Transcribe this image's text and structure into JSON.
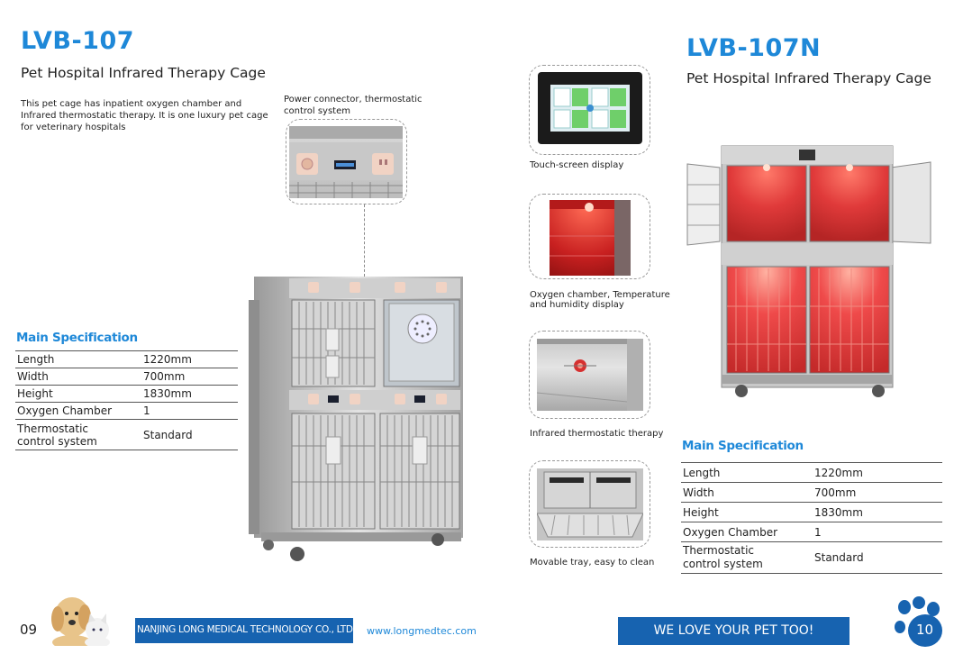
{
  "left": {
    "model": "LVB-107",
    "subtitle": "Pet Hospital Infrared Therapy Cage",
    "description": "This pet cage has inpatient oxygen chamber and Infrared thermostatic therapy. It is one luxury pet cage for veterinary hospitals",
    "callout": "Power connector, thermostatic control system",
    "spec_title": "Main Specification",
    "spec": [
      {
        "label": "Length",
        "value": "1220mm"
      },
      {
        "label": "Width",
        "value": "700mm"
      },
      {
        "label": "Height",
        "value": "1830mm"
      },
      {
        "label": "Oxygen Chamber",
        "value": "1"
      },
      {
        "label": "Thermostatic control system",
        "value": "Standard"
      }
    ],
    "page_number": "09"
  },
  "right": {
    "model": "LVB-107N",
    "subtitle": "Pet Hospital Infrared Therapy Cage",
    "features": [
      {
        "caption": "Touch-screen display"
      },
      {
        "caption": "Oxygen chamber, Temperature and humidity display"
      },
      {
        "caption": "Infrared thermostatic therapy"
      },
      {
        "caption": "Movable tray, easy to clean"
      }
    ],
    "spec_title": "Main Specification",
    "spec": [
      {
        "label": "Length",
        "value": "1220mm"
      },
      {
        "label": "Width",
        "value": "700mm"
      },
      {
        "label": "Height",
        "value": "1830mm"
      },
      {
        "label": "Oxygen Chamber",
        "value": "1"
      },
      {
        "label": "Thermostatic control system",
        "value": "Standard"
      }
    ],
    "page_number": "10"
  },
  "footer": {
    "company": "NANJING LONG MEDICAL TECHNOLOGY CO., LTD.",
    "website": "www.longmedtec.com",
    "slogan": "WE LOVE YOUR PET TOO!"
  },
  "colors": {
    "accent": "#1e88d8",
    "footer_blue": "#1763b0",
    "infrared": "#e84040"
  }
}
